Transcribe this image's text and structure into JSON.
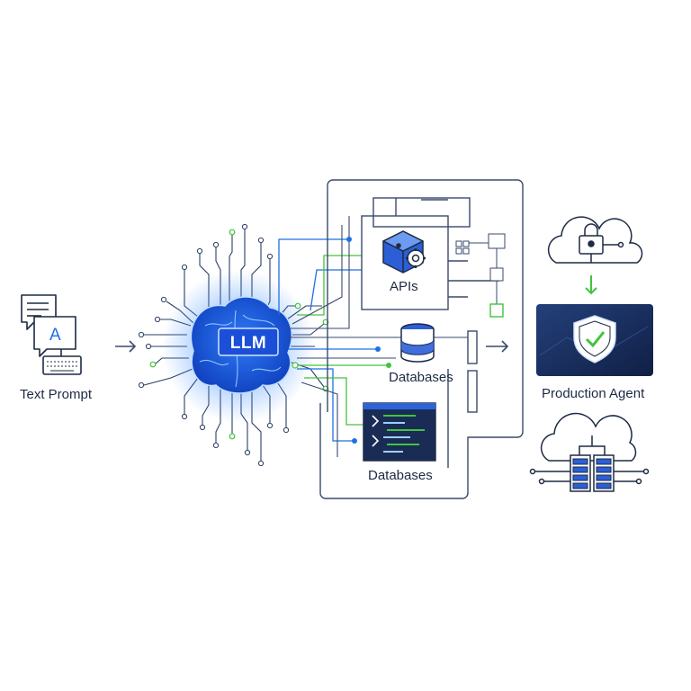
{
  "diagram": {
    "input": {
      "label": "Text Prompt",
      "bubble_letter": "A"
    },
    "model": {
      "label": "LLM"
    },
    "tools": [
      {
        "label": "APIs"
      },
      {
        "label": "Databases"
      },
      {
        "label": "Databases"
      }
    ],
    "output": {
      "label": "Production Agent"
    }
  },
  "colors": {
    "line": "#3a4a6b",
    "accent_blue": "#1f6fe5",
    "accent_green": "#43c33e",
    "panel_dark": "#1a2c55"
  },
  "icons": [
    "chat-keyboard-icon",
    "brain-icon",
    "cube-gear-icon",
    "database-icon",
    "code-window-icon",
    "cloud-lock-icon",
    "shield-check-icon",
    "cloud-server-icon",
    "arrow-right-icon"
  ]
}
